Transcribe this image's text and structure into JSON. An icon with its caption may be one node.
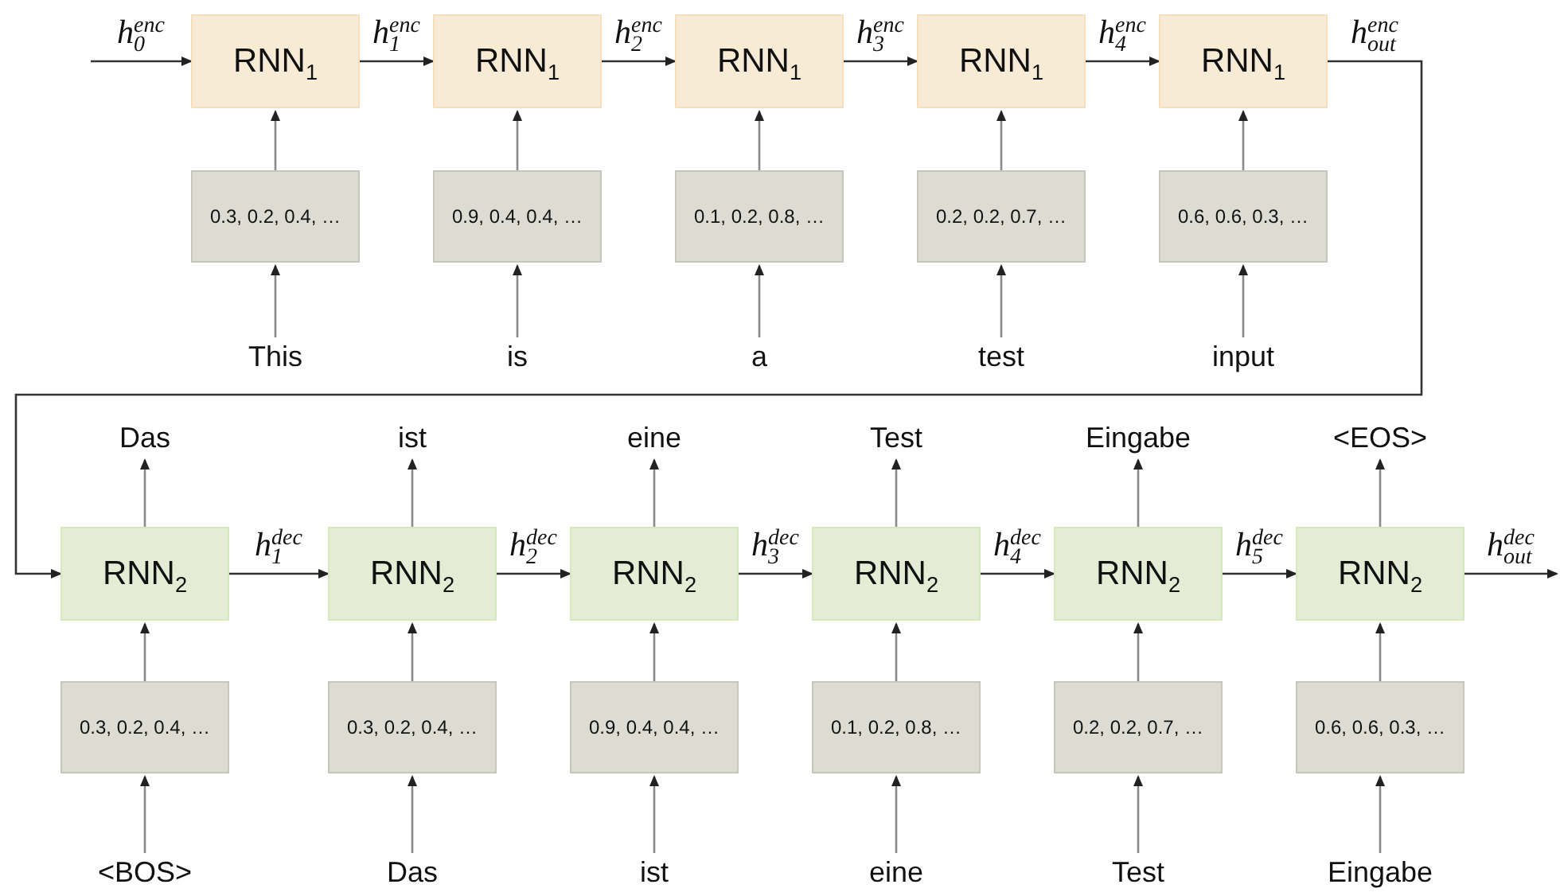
{
  "diagram": {
    "nodes": [
      {
        "text": [
          "RNN$_{1}$"
        ]
      },
      {
        "text": [
          "RNN$_{1}$"
        ]
      },
      {
        "text": [
          "RNN$_{1}$"
        ]
      },
      {
        "text": [
          "RNN$_{1}$"
        ]
      },
      {
        "text": [
          "RNN$_{1}$"
        ]
      },
      {
        "text": [
          "0.3, 0.2, 0.4, …"
        ]
      },
      {
        "text": [
          "0.9, 0.4, 0.4, …"
        ]
      },
      {
        "text": [
          "0.1, 0.2, 0.8, …"
        ]
      },
      {
        "text": [
          "0.2, 0.2, 0.7, …"
        ]
      },
      {
        "text": [
          "0.6, 0.6, 0.3, …"
        ]
      },
      {
        "text": [
          "This"
        ]
      },
      {
        "text": [
          "is"
        ]
      },
      {
        "text": [
          "a"
        ]
      },
      {
        "text": [
          "test"
        ]
      },
      {
        "text": [
          "input"
        ]
      },
      {
        "text": [
          "Das"
        ]
      },
      {
        "text": [
          "ist"
        ]
      },
      {
        "text": [
          "eine"
        ]
      },
      {
        "text": [
          "Test"
        ]
      },
      {
        "text": [
          "Eingabe"
        ]
      },
      {
        "text": [
          "<EOS>"
        ]
      },
      {
        "text": [
          "RNN$_{2}$"
        ]
      },
      {
        "text": [
          "RNN$_{2}$"
        ]
      },
      {
        "text": [
          "RNN$_{2}$"
        ]
      },
      {
        "text": [
          "RNN$_{2}$"
        ]
      },
      {
        "text": [
          "RNN$_{2}$"
        ]
      },
      {
        "text": [
          "RNN$_{2}$"
        ]
      },
      {
        "text": [
          "0.3, 0.2, 0.4, …"
        ]
      },
      {
        "text": [
          "0.3, 0.2, 0.4, …"
        ]
      },
      {
        "text": [
          "0.9, 0.4, 0.4, …"
        ]
      },
      {
        "text": [
          "0.1, 0.2, 0.8, …"
        ]
      },
      {
        "text": [
          "0.2, 0.2, 0.7, …"
        ]
      },
      {
        "text": [
          "0.6, 0.6, 0.3, …"
        ]
      },
      {
        "text": [
          "<BOS>"
        ]
      },
      {
        "text": [
          "Das"
        ]
      },
      {
        "text": [
          "ist"
        ]
      },
      {
        "text": [
          "eine"
        ]
      },
      {
        "text": [
          "Test"
        ]
      },
      {
        "text": [
          "Eingabe"
        ]
      }
    ],
    "edges": [
      {
        "from": null,
        "to": 0,
        "arrow": "to",
        "label": "*h*$_{0}$$^{enc}$"
      },
      {
        "from": 0,
        "to": 1,
        "arrow": "to",
        "label": "*h*$_{1}$$^{enc}$"
      },
      {
        "from": 1,
        "to": 2,
        "arrow": "to",
        "label": "*h*$_{2}$$^{enc}$"
      },
      {
        "from": 2,
        "to": 3,
        "arrow": "to",
        "label": "*h*$_{3}$$^{enc}$"
      },
      {
        "from": 3,
        "to": 4,
        "arrow": "to",
        "label": "*h*$_{4}$$^{enc}$"
      },
      {
        "from": 4,
        "to": 21,
        "arrow": "to",
        "label": "*h*$_{out}$$^{enc}$"
      },
      {
        "from": 5,
        "to": 0,
        "arrow": "to"
      },
      {
        "from": 6,
        "to": 1,
        "arrow": "to"
      },
      {
        "from": 7,
        "to": 2,
        "arrow": "to"
      },
      {
        "from": 8,
        "to": 3,
        "arrow": "to"
      },
      {
        "from": 9,
        "to": 4,
        "arrow": "to"
      },
      {
        "from": 10,
        "to": 5,
        "arrow": "to"
      },
      {
        "from": 11,
        "to": 6,
        "arrow": "to"
      },
      {
        "from": 12,
        "to": 7,
        "arrow": "to"
      },
      {
        "from": 13,
        "to": 8,
        "arrow": "to"
      },
      {
        "from": 14,
        "to": 9,
        "arrow": "to"
      },
      {
        "from": 21,
        "to": 22,
        "arrow": "to",
        "label": "*h*$_{1}$$^{dec}$"
      },
      {
        "from": 22,
        "to": 23,
        "arrow": "to",
        "label": "*h*$_{2}$$^{dec}$"
      },
      {
        "from": 23,
        "to": 24,
        "arrow": "to",
        "label": "*h*$_{3}$$^{dec}$"
      },
      {
        "from": 24,
        "to": 25,
        "arrow": "to",
        "label": "*h*$_{4}$$^{dec}$"
      },
      {
        "from": 25,
        "to": 26,
        "arrow": "to",
        "label": "*h*$_{5}$$^{dec}$"
      },
      {
        "from": 26,
        "to": null,
        "arrow": "to",
        "label": "*h*$_{out}$$^{dec}$"
      },
      {
        "from": 21,
        "to": 15,
        "arrow": "to"
      },
      {
        "from": 22,
        "to": 16,
        "arrow": "to"
      },
      {
        "from": 23,
        "to": 17,
        "arrow": "to"
      },
      {
        "from": 24,
        "to": 18,
        "arrow": "to"
      },
      {
        "from": 25,
        "to": 19,
        "arrow": "to"
      },
      {
        "from": 26,
        "to": 20,
        "arrow": "to"
      },
      {
        "from": 27,
        "to": 21,
        "arrow": "to"
      },
      {
        "from": 28,
        "to": 22,
        "arrow": "to"
      },
      {
        "from": 29,
        "to": 23,
        "arrow": "to"
      },
      {
        "from": 30,
        "to": 24,
        "arrow": "to"
      },
      {
        "from": 31,
        "to": 25,
        "arrow": "to"
      },
      {
        "from": 32,
        "to": 26,
        "arrow": "to"
      },
      {
        "from": 33,
        "to": 27,
        "arrow": "to"
      },
      {
        "from": 34,
        "to": 28,
        "arrow": "to"
      },
      {
        "from": 35,
        "to": 29,
        "arrow": "to"
      },
      {
        "from": 36,
        "to": 30,
        "arrow": "to"
      },
      {
        "from": 37,
        "to": 31,
        "arrow": "to"
      },
      {
        "from": 38,
        "to": 32,
        "arrow": "to"
      }
    ]
  }
}
